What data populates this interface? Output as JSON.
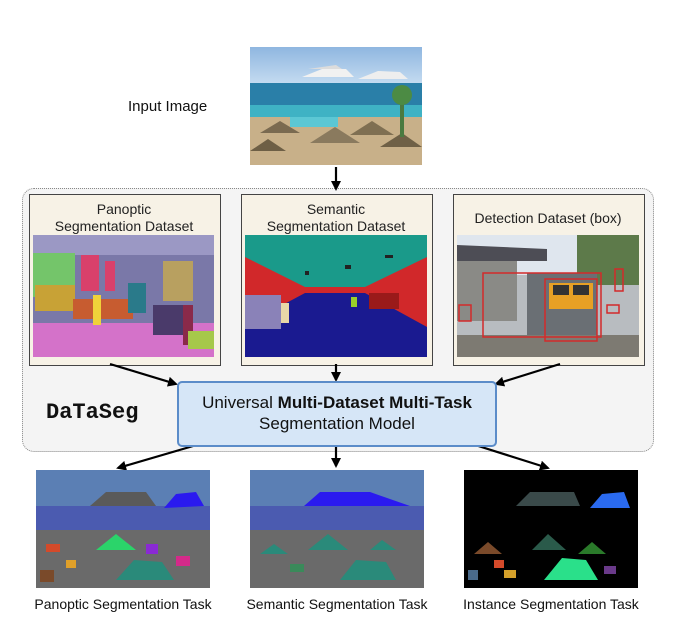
{
  "input_label": "Input Image",
  "method_name": "DaTaSeg",
  "model_box": {
    "line1_prefix": "Universal ",
    "line1_bold": "Multi-Dataset Multi-Task",
    "line2": "Segmentation Model"
  },
  "datasets": [
    {
      "line1": "Panoptic",
      "line2": "Segmentation Dataset"
    },
    {
      "line1": "Semantic",
      "line2": "Segmentation Dataset"
    },
    {
      "line1": "Detection Dataset (box)",
      "line2": ""
    }
  ],
  "tasks": [
    {
      "label": "Panoptic Segmentation Task"
    },
    {
      "label": "Semantic Segmentation Task"
    },
    {
      "label": "Instance Segmentation Task"
    }
  ],
  "colors": {
    "model_box_fill": "#d6e6f7",
    "model_box_border": "#5b8cc9",
    "dataset_box_fill": "#f7f2e6",
    "dotted_region_fill": "#f4f4f4"
  }
}
